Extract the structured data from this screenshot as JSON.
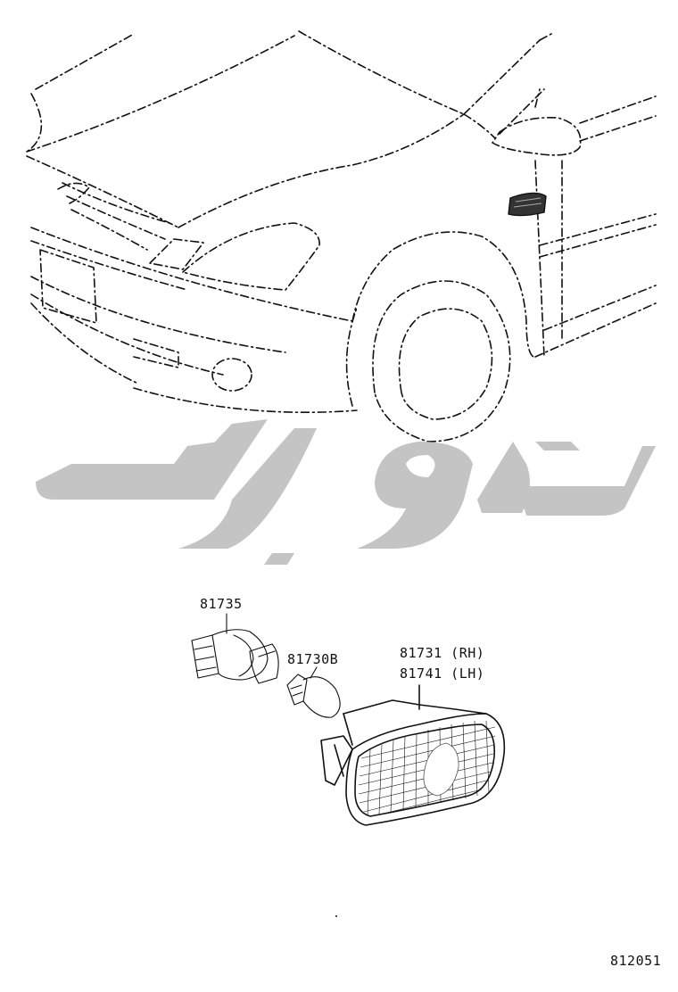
{
  "diagram": {
    "callouts": {
      "socket": "81735",
      "bulb": "81730B",
      "lamp_rh": "81731 (RH)",
      "lamp_lh": "81741 (LH)"
    },
    "figure_number": "812051"
  },
  "colors": {
    "ink": "#111111",
    "watermark": "#c4c4c4",
    "background": "#ffffff"
  }
}
